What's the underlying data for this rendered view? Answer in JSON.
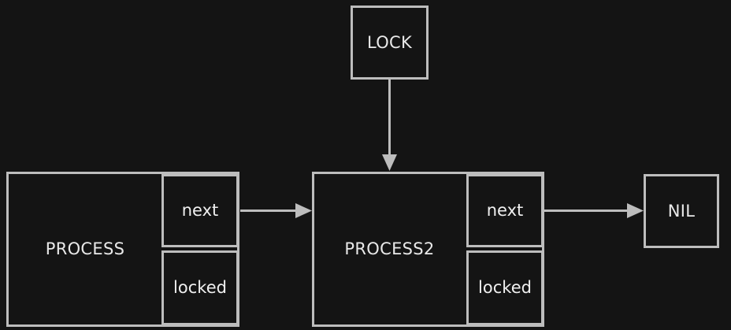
{
  "diagram": {
    "title": "linked-list-with-lock",
    "background_color": "#141414",
    "stroke_color": "#bdbdbd",
    "text_color": "#ececec",
    "nodes": {
      "lock": {
        "label": "LOCK"
      },
      "process": {
        "label": "PROCESS",
        "fields": {
          "next": "next",
          "locked": "locked"
        }
      },
      "process2": {
        "label": "PROCESS2",
        "fields": {
          "next": "next",
          "locked": "locked"
        }
      },
      "nil": {
        "label": "NIL"
      }
    },
    "edges": [
      {
        "from": "lock",
        "to": "process2",
        "direction": "down"
      },
      {
        "from": "process.next",
        "to": "process2",
        "direction": "right"
      },
      {
        "from": "process2.next",
        "to": "nil",
        "direction": "right"
      }
    ]
  }
}
